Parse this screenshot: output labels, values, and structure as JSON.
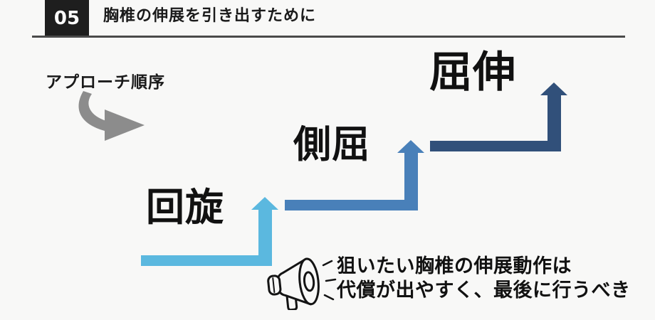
{
  "header": {
    "slide_number": "05",
    "title": "胸椎の伸展を引き出すために"
  },
  "approach_label": "アプローチ順序",
  "steps": [
    {
      "order": 1,
      "label": "回旋",
      "color": "#5BB8DF"
    },
    {
      "order": 2,
      "label": "側屈",
      "color": "#4980B9"
    },
    {
      "order": 3,
      "label": "屈伸",
      "color": "#31507A"
    }
  ],
  "note": {
    "line1": "狙いたい胸椎の伸展動作は",
    "line2": "代償が出やすく、最後に行うべき"
  },
  "icons": {
    "curved_arrow": "gray curved arrow pointing right",
    "megaphone": "outlined megaphone announcing the note"
  },
  "colors": {
    "background": "#F8F8F7",
    "header_box": "#1E1E1E",
    "header_rule": "#4A4A4A",
    "text": "#1A1A1A",
    "gray_arrow": "#8C8C8C",
    "step1": "#5BB8DF",
    "step2": "#4980B9",
    "step3": "#31507A"
  }
}
